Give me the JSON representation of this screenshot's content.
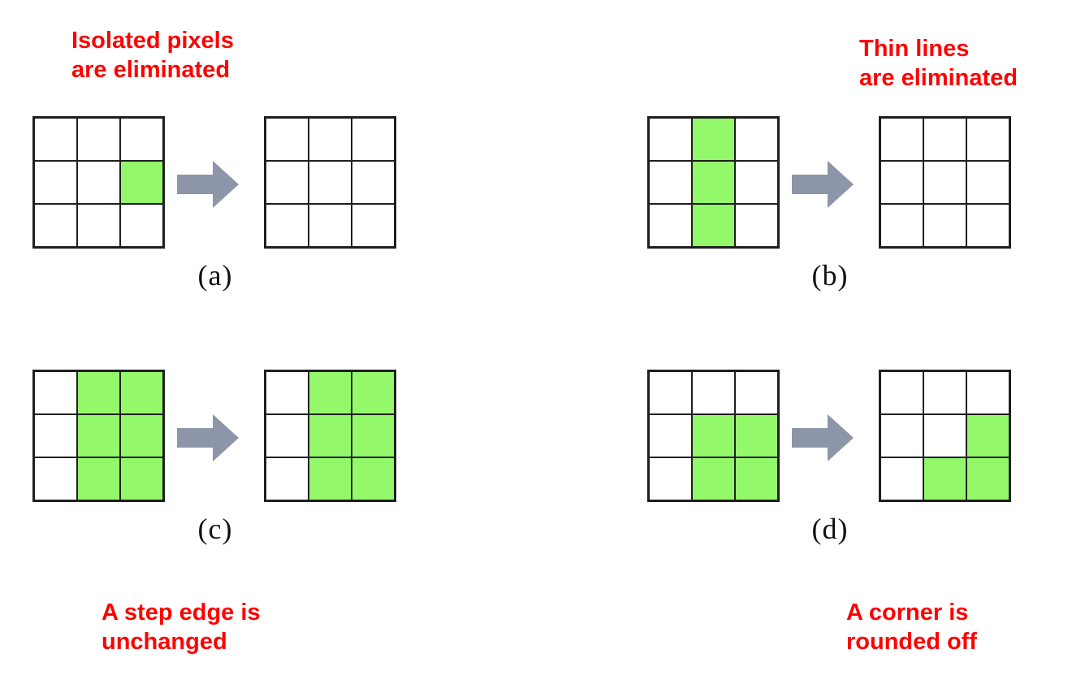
{
  "figure": {
    "description": "Effect of a morphological operation on 3x3 pixel neighborhoods",
    "colors": {
      "filled_cell": "#94F96A",
      "empty_cell": "#FFFFFF",
      "grid_line": "#1F1F1F",
      "arrow": "#8C96A8",
      "note_text": "#FF0000"
    },
    "panels": [
      {
        "id": "a",
        "caption": "(a)",
        "note_lines": [
          "Isolated pixels",
          "are eliminated"
        ],
        "before": [
          [
            0,
            0,
            0
          ],
          [
            0,
            0,
            1
          ],
          [
            0,
            0,
            0
          ]
        ],
        "after": [
          [
            0,
            0,
            0
          ],
          [
            0,
            0,
            0
          ],
          [
            0,
            0,
            0
          ]
        ]
      },
      {
        "id": "b",
        "caption": "(b)",
        "note_lines": [
          "Thin lines",
          "are eliminated"
        ],
        "before": [
          [
            0,
            1,
            0
          ],
          [
            0,
            1,
            0
          ],
          [
            0,
            1,
            0
          ]
        ],
        "after": [
          [
            0,
            0,
            0
          ],
          [
            0,
            0,
            0
          ],
          [
            0,
            0,
            0
          ]
        ]
      },
      {
        "id": "c",
        "caption": "(c)",
        "note_lines": [
          "A step edge is",
          "unchanged"
        ],
        "before": [
          [
            0,
            1,
            1
          ],
          [
            0,
            1,
            1
          ],
          [
            0,
            1,
            1
          ]
        ],
        "after": [
          [
            0,
            1,
            1
          ],
          [
            0,
            1,
            1
          ],
          [
            0,
            1,
            1
          ]
        ]
      },
      {
        "id": "d",
        "caption": "(d)",
        "note_lines": [
          "A corner is",
          "rounded off"
        ],
        "before": [
          [
            0,
            0,
            0
          ],
          [
            0,
            1,
            1
          ],
          [
            0,
            1,
            1
          ]
        ],
        "after": [
          [
            0,
            0,
            0
          ],
          [
            0,
            0,
            1
          ],
          [
            0,
            1,
            1
          ]
        ]
      }
    ]
  }
}
